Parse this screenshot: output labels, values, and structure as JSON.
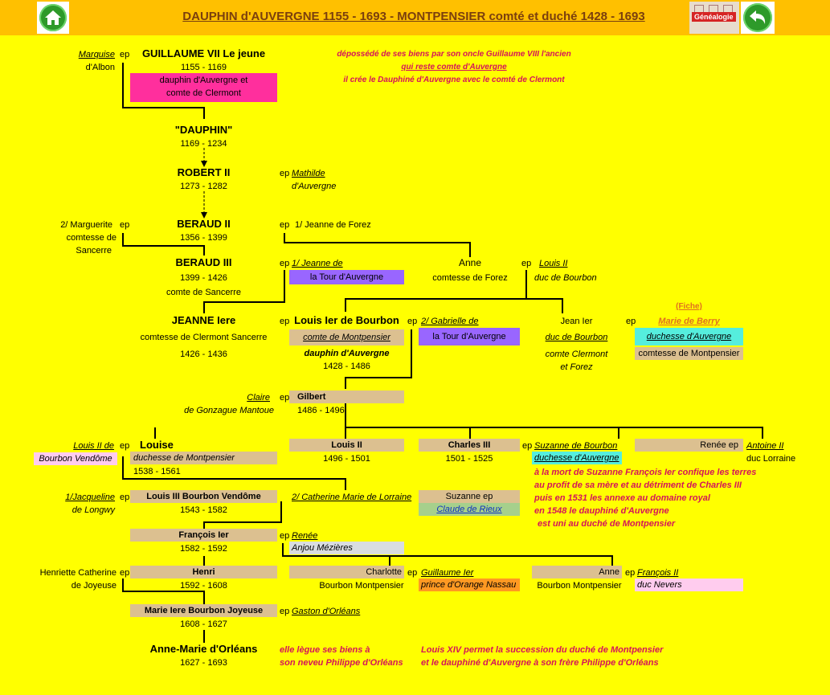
{
  "header": {
    "title": "DAUPHIN d'AUVERGNE 1155 - 1693  - MONTPENSIER comté et duché 1428 - 1693",
    "logo_text": "Généalogie",
    "home_icon": "home-icon",
    "back_icon": "back-arrow-icon"
  },
  "tree": {
    "guillaume": {
      "spouse_a": "Marquise",
      "ep": "ep",
      "spouse_b": "d'Albon",
      "name": "GUILLAUME VII Le jeune",
      "dates": "1155 - 1169",
      "title1": "dauphin d'Auvergne et",
      "title2": "comte de Clermont",
      "note1": "dépossédé de ses biens par son oncle Guillaume VIII l'ancien",
      "note2": "qui reste comte d'Auvergne",
      "note3": "il crée le Dauphiné d'Auvergne avec le comté de Clermont"
    },
    "dauphin": {
      "name": "\"DAUPHIN\"",
      "dates": "1169 - 1234"
    },
    "robert": {
      "name": "ROBERT II",
      "dates": "1273 - 1282",
      "ep": "ep",
      "spouse_a": "Mathilde",
      "spouse_b": "d'Auvergne"
    },
    "beraud2": {
      "name": "BERAUD II",
      "dates": "1356 - 1399",
      "spouse2_a": "2/ Marguerite",
      "ep2": "ep",
      "spouse2_b": "comtesse de",
      "spouse2_c": "Sancerre",
      "ep1": "ep",
      "spouse1": "1/ Jeanne de Forez"
    },
    "beraud3": {
      "name": "BERAUD III",
      "dates": "1399 - 1426",
      "title": "comte de Sancerre",
      "ep": "ep",
      "spouse_a": "1/ Jeanne de",
      "spouse_b": "la Tour d'Auvergne"
    },
    "anne": {
      "name": "Anne",
      "title": "comtesse de Forez",
      "ep": "ep",
      "spouse_a": "Louis II",
      "spouse_b": "duc de Bourbon"
    },
    "jeanne": {
      "name": "JEANNE Iere",
      "title": "comtesse de Clermont Sancerre",
      "dates": "1426 - 1436",
      "ep": "ep"
    },
    "louis1": {
      "name": "Louis Ier de Bourbon",
      "title1": "comte de Montpensier",
      "title2": "dauphin d'Auvergne",
      "dates": "1428 - 1486",
      "ep": "ep",
      "spouse_a": "2/ Gabrielle de",
      "spouse_b": "la Tour d'Auvergne"
    },
    "jean": {
      "name": "Jean Ier",
      "title1": "duc de Bourbon",
      "title2": "comte Clermont",
      "title3": "et Forez",
      "ep": "ep",
      "fiche": "(Fiche)",
      "spouse": "Marie de Berry",
      "spouse_t1": "duchesse d'Auvergne",
      "spouse_t2": "comtesse de Montpensier"
    },
    "gilbert": {
      "spouse_a": "Claire",
      "ep": "ep",
      "spouse_b": "de Gonzague Mantoue",
      "name": "Gilbert",
      "dates": "1486 - 1496"
    },
    "louise": {
      "spouse_a": "Louis II de",
      "ep": "ep",
      "spouse_b": "Bourbon Vendôme",
      "name": "Louise",
      "title": "duchesse de Montpensier",
      "dates": "1538 - 1561"
    },
    "louis2": {
      "name": "Louis II",
      "dates": "1496 - 1501"
    },
    "charles3": {
      "name": "Charles III",
      "dates": "1501 - 1525",
      "ep": "ep",
      "spouse_a": "Suzanne de Bourbon",
      "spouse_b": "duchesse d'Auvergne",
      "note1": "à la mort de Suzanne François Ier confique les terres",
      "note2": "au profit de sa mère et au détriment de Charles III",
      "note3": "puis en 1531 les annexe au domaine royal",
      "note4": "en 1548 le dauphiné d'Auvergne",
      "note5": "est uni au duché de Montpensier"
    },
    "renee": {
      "name": "Renée ep",
      "spouse_a": "Antoine II",
      "spouse_b": "duc Lorraine"
    },
    "louis3": {
      "spouse_a": "1/Jacqueline",
      "ep": "ep",
      "spouse_b": "de Longwy",
      "name": "Louis III Bourbon Vendôme",
      "dates": "1543 - 1582",
      "spouse2": "2/ Catherine Marie  de Lorraine"
    },
    "suzanne": {
      "name": "Suzanne ep",
      "spouse": "Claude de Rieux"
    },
    "francois": {
      "name": "François Ier",
      "dates": "1582 - 1592",
      "ep": "ep",
      "spouse_a": "Renée",
      "spouse_b": "Anjou Mézières"
    },
    "henri": {
      "spouse_a": "Henriette Catherine",
      "ep": "ep",
      "spouse_b": "de Joyeuse",
      "name": "Henri",
      "dates": "1592 - 1608"
    },
    "charlotte": {
      "name": "Charlotte",
      "title": "Bourbon Montpensier",
      "ep": "ep",
      "spouse_a": "Guillaume Ier",
      "spouse_b": "prince d'Orange Nassau"
    },
    "anne2": {
      "name": "Anne",
      "title": "Bourbon Montpensier",
      "ep": "ep",
      "spouse_a": "François II",
      "spouse_b": "duc Nevers"
    },
    "marie": {
      "name": "Marie Iere Bourbon Joyeuse",
      "dates": "1608 - 1627",
      "ep": "ep",
      "spouse": "Gaston d'Orléans"
    },
    "annemarie": {
      "name": "Anne-Marie d'Orléans",
      "dates": "1627 - 1693",
      "note1": "elle lègue ses biens à",
      "note2": "son neveu Philippe d'Orléans",
      "note3": "Louis XIV permet la succession du duché de Montpensier",
      "note4": "et le dauphiné d'Auvergne à son frère Philippe d'Orléans"
    }
  },
  "colors": {
    "background": "#ffff00",
    "header": "#ffc000",
    "title": "#7a3f0e",
    "note": "#d4145a"
  }
}
